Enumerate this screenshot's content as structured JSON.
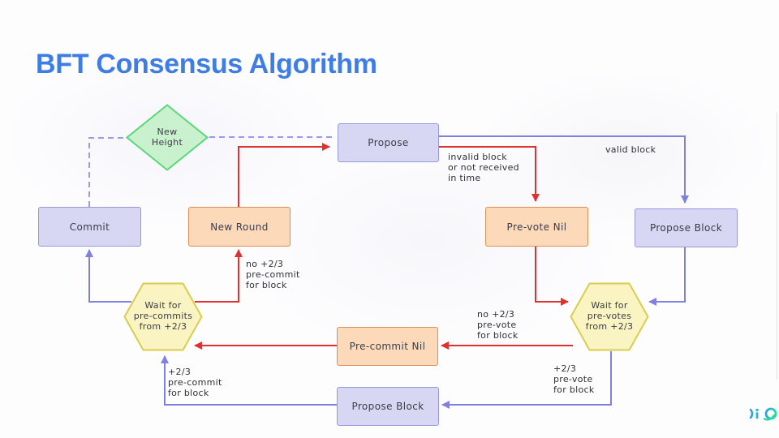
{
  "title": {
    "text": "BFT Consensus Algorithm"
  },
  "palette": {
    "title_blue": "#3e7de6",
    "lavender_fill": "#d7d7f4",
    "lavender_border": "#9797db",
    "orange_fill": "#fcdab9",
    "orange_border": "#de8d53",
    "yellow_fill": "#faf4c2",
    "yellow_border": "#d9cd4e",
    "green_fill": "#c9f1cd",
    "green_border": "#5cd67c",
    "arrow_red": "#e03131",
    "arrow_blue": "#8080e0",
    "dashed_lavender": "#9a9ae8",
    "logo_blue": "#2aa4e6",
    "logo_green": "#25dd9d"
  },
  "nodes": {
    "new_height": {
      "label": "New\nHeight"
    },
    "propose": {
      "label": "Propose"
    },
    "commit": {
      "label": "Commit"
    },
    "new_round": {
      "label": "New Round"
    },
    "pre_vote_nil": {
      "label": "Pre-vote Nil"
    },
    "propose_block_right": {
      "label": "Propose Block"
    },
    "wait_pre_commits": {
      "label": "Wait for\npre-commits\nfrom +2/3"
    },
    "wait_pre_votes": {
      "label": "Wait for\npre-votes\nfrom +2/3"
    },
    "pre_commit_nil": {
      "label": "Pre-commit Nil"
    },
    "propose_block_bottom": {
      "label": "Propose Block"
    }
  },
  "edge_labels": {
    "invalid_block": "invalid block\nor not received\nin time",
    "valid_block": "valid block",
    "no_precommit": "no +2/3\npre-commit\nfor block",
    "no_prevote": "no +2/3\npre-vote\nfor block",
    "plus_prevote": "+2/3\npre-vote\nfor block",
    "plus_precommit": "+2/3\npre-commit\nfor block"
  }
}
